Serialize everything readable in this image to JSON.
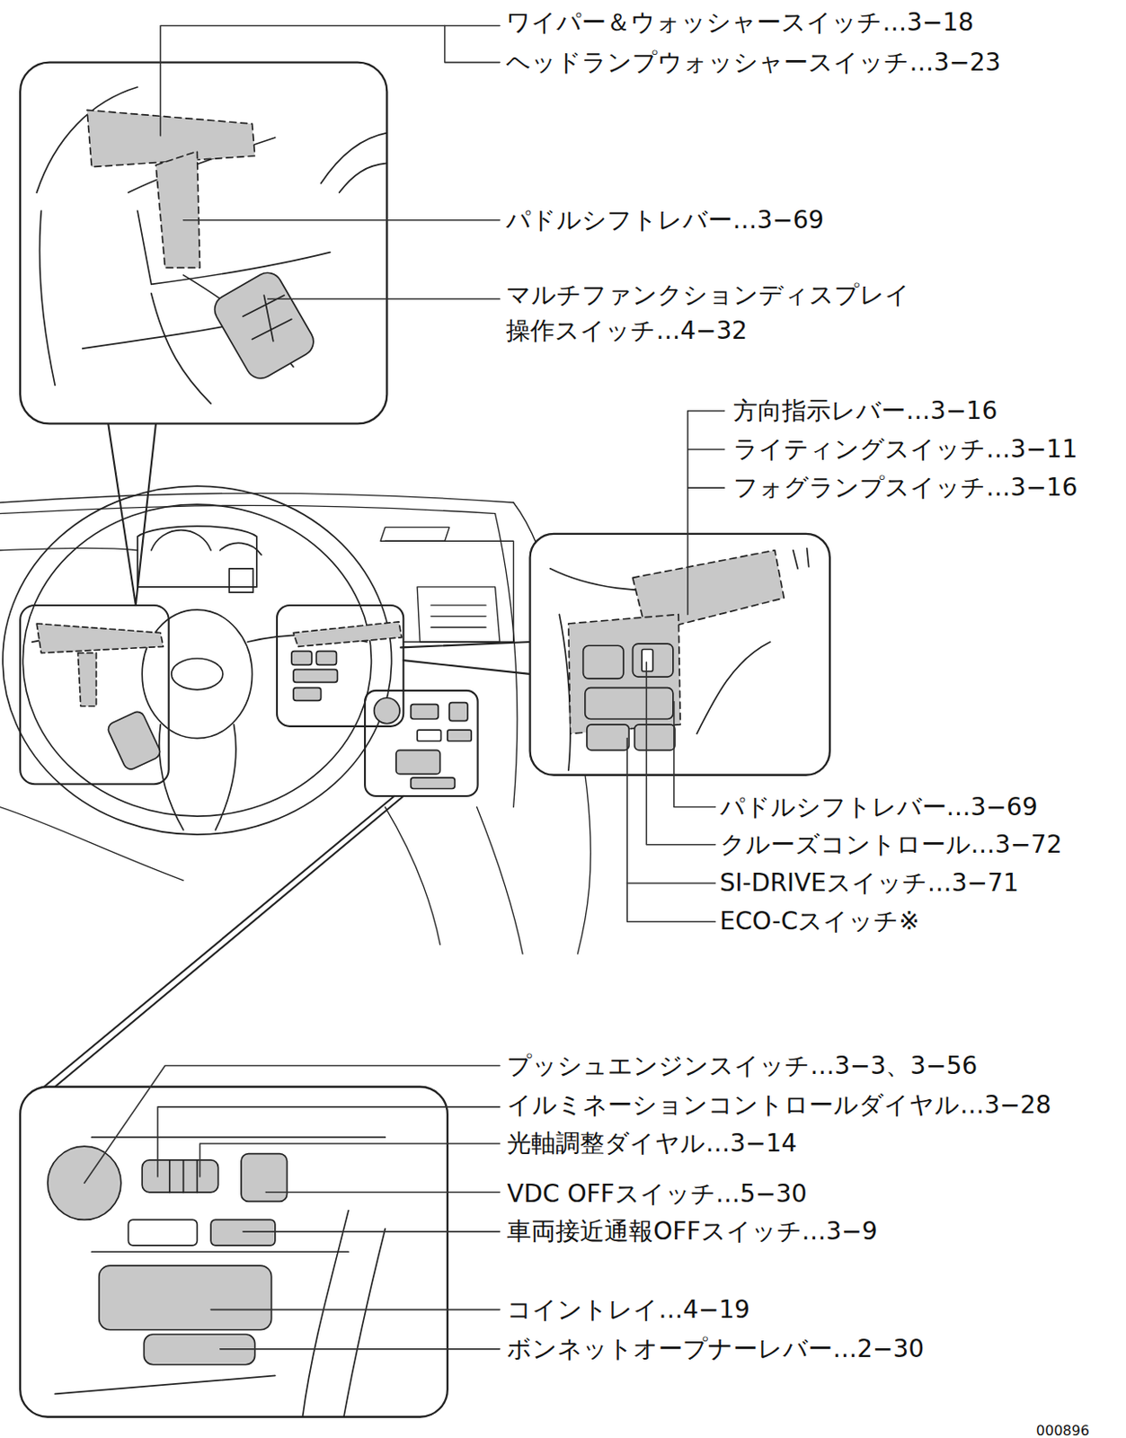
{
  "diagram": {
    "labels": [
      "ワイパー＆ウォッシャースイッチ…3−18",
      "ヘッドランプウォッシャースイッチ…3−23",
      "パドルシフトレバー…3−69",
      "マルチファンクションディスプレイ 操作スイッチ…4−32",
      "方向指示レバー…3−16",
      "ライティングスイッチ…3−11",
      "フォグランプスイッチ…3−16",
      "パドルシフトレバー…3−69",
      "クルーズコントロール…3−72",
      "SI-DRIVEスイッチ…3−71",
      "ECO-Cスイッチ※",
      "プッシュエンジンスイッチ…3−3、3−56",
      "イルミネーションコントロールダイヤル…3−28",
      "光軸調整ダイヤル…3−14",
      "VDC OFFスイッチ…5−30",
      "車両接近通報OFFスイッチ…3−9",
      "コイントレイ…4−19",
      "ボンネットオープナーレバー…2−30",
      "000896"
    ]
  }
}
